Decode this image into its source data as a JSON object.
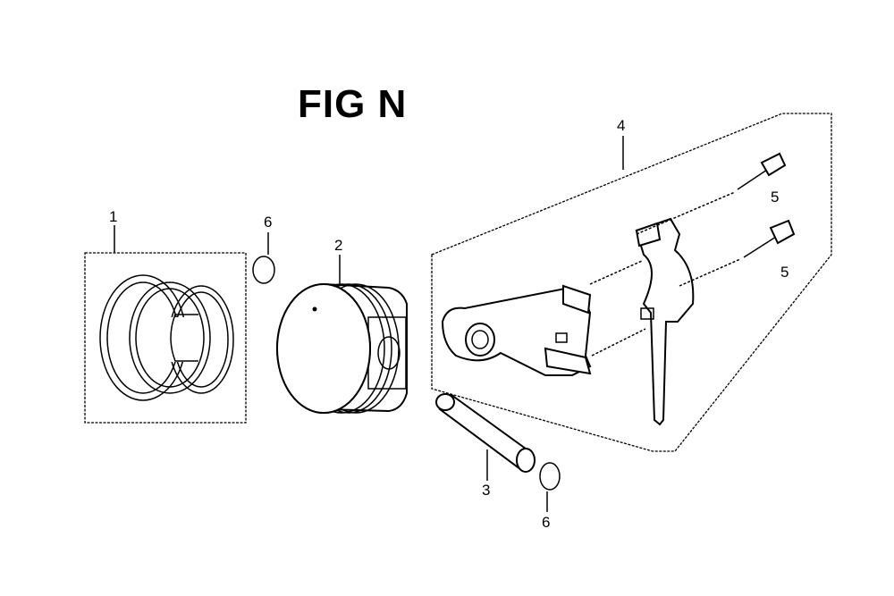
{
  "figure": {
    "title": "FIG N",
    "callouts": {
      "rings": "1",
      "piston": "2",
      "pin": "3",
      "rod": "4",
      "bolt_upper": "5",
      "bolt_lower": "5",
      "clip_upper": "6",
      "clip_lower": "6"
    }
  }
}
